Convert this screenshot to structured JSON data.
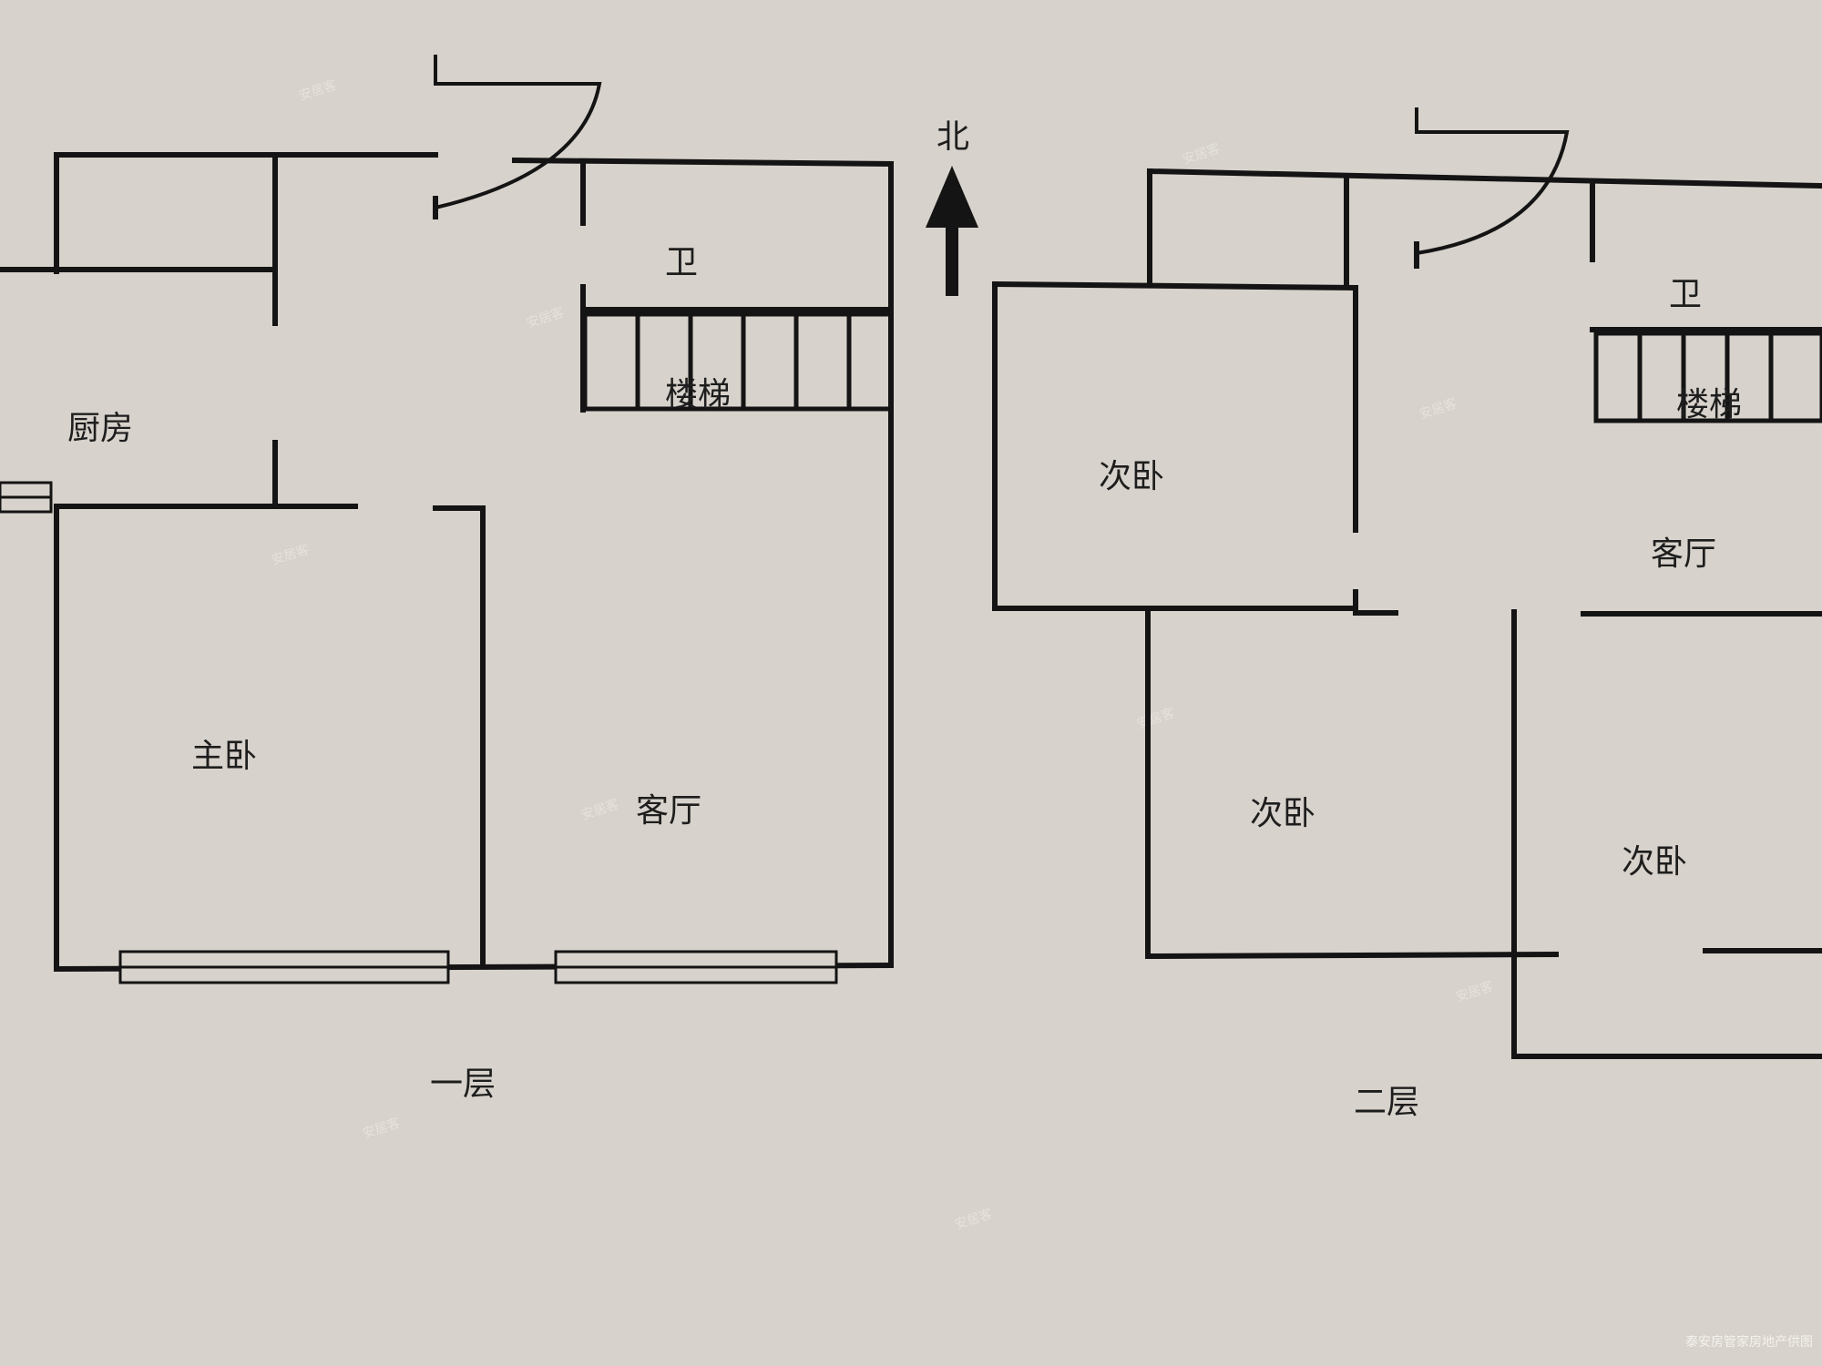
{
  "compass": {
    "label": "北",
    "icon": "north-arrow-icon"
  },
  "floor1": {
    "title": "一层",
    "rooms": {
      "bathroom": "卫",
      "stairs": "楼梯",
      "kitchen": "厨房",
      "master_bedroom": "主卧",
      "living_room": "客厅"
    }
  },
  "floor2": {
    "title": "二层",
    "rooms": {
      "bathroom": "卫",
      "stairs": "楼梯",
      "bedroom_north": "次卧",
      "living_room": "客厅",
      "bedroom_middle": "次卧",
      "bedroom_south": "次卧"
    }
  },
  "credit": "泰安房管家房地产供图",
  "watermark_text": "安居客",
  "colors": {
    "background": "#d7d2cb",
    "wall": "#141414",
    "text": "#1e1e1e"
  }
}
